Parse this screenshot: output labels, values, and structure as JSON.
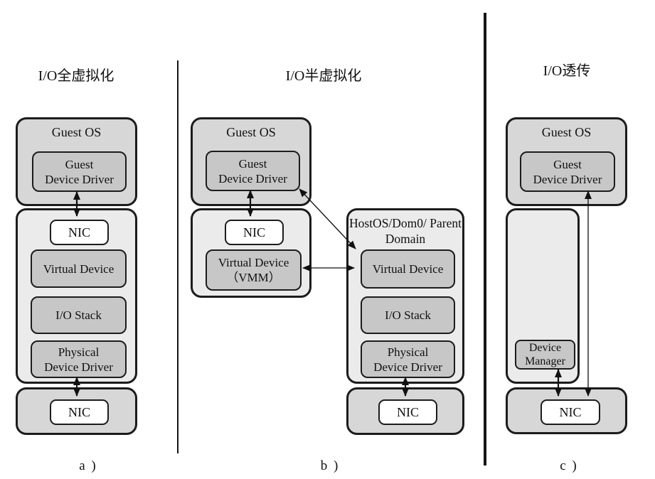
{
  "panel_a": {
    "title": "I/O全虚拟化",
    "caption": "a )",
    "guest_os": "Guest OS",
    "guest_driver": [
      "Guest",
      "Device Driver"
    ],
    "nic_top": "NIC",
    "virtual_device": "Virtual Device",
    "io_stack": "I/O Stack",
    "physical_driver": [
      "Physical",
      "Device Driver"
    ],
    "nic_bottom": "NIC"
  },
  "panel_b": {
    "title": "I/O半虚拟化",
    "caption": "b )",
    "guest_os": "Guest OS",
    "guest_driver": [
      "Guest",
      "Device Driver"
    ],
    "nic_guest": "NIC",
    "virtual_device_vmm": [
      "Virtual Device",
      "（VMM）"
    ],
    "host_os": [
      "HostOS/Dom0/",
      "Parent Domain"
    ],
    "virtual_device": "Virtual Device",
    "io_stack": "I/O Stack",
    "physical_driver": [
      "Physical",
      "Device Driver"
    ],
    "nic_bottom": "NIC"
  },
  "panel_c": {
    "title": "I/O透传",
    "caption": "c )",
    "guest_os": "Guest OS",
    "guest_driver": [
      "Guest",
      "Device Driver"
    ],
    "device_manager": [
      "Device",
      "Manager"
    ],
    "nic": "NIC"
  },
  "colors": {
    "container_gray": "#d7d7d7",
    "container_light": "#ebebeb",
    "component_gray": "#c7c7c7",
    "nic_white": "#ffffff",
    "line_black": "#161616"
  }
}
